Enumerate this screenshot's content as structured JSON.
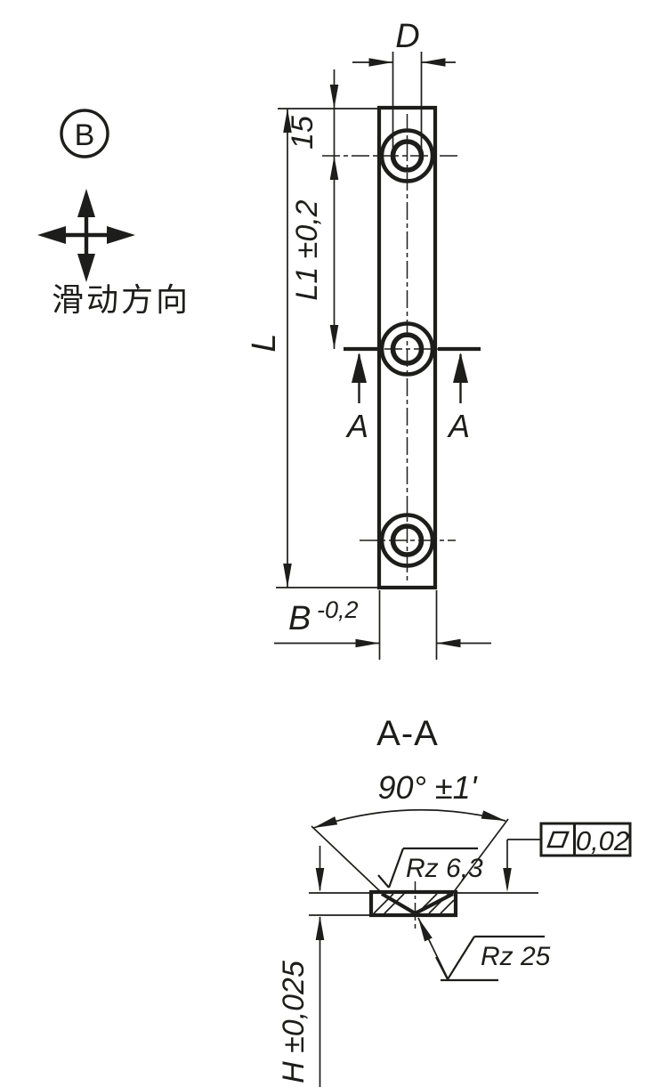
{
  "drawing": {
    "background": "#ffffff",
    "line_color": "#1d1d1b",
    "view_indicator": {
      "label": "B",
      "direction_caption": "滑动方向"
    },
    "front_view": {
      "dim_hole_diameter": "D",
      "dim_hole_offset_top": "15",
      "dim_hole_spacing": "L1 ±0,2",
      "dim_length": "L",
      "dim_width": "B",
      "dim_width_tolerance": "-0,2",
      "section_label_left": "A",
      "section_label_right": "A"
    },
    "section_view": {
      "title": "A-A",
      "dim_groove_angle": "90° ±1'",
      "roughness_groove": "Rz 6,3",
      "roughness_base": "Rz 25",
      "dim_height": "H ±0,025",
      "flatness_symbol": "flatness-parallelogram",
      "flatness_tolerance": "0,02"
    }
  }
}
